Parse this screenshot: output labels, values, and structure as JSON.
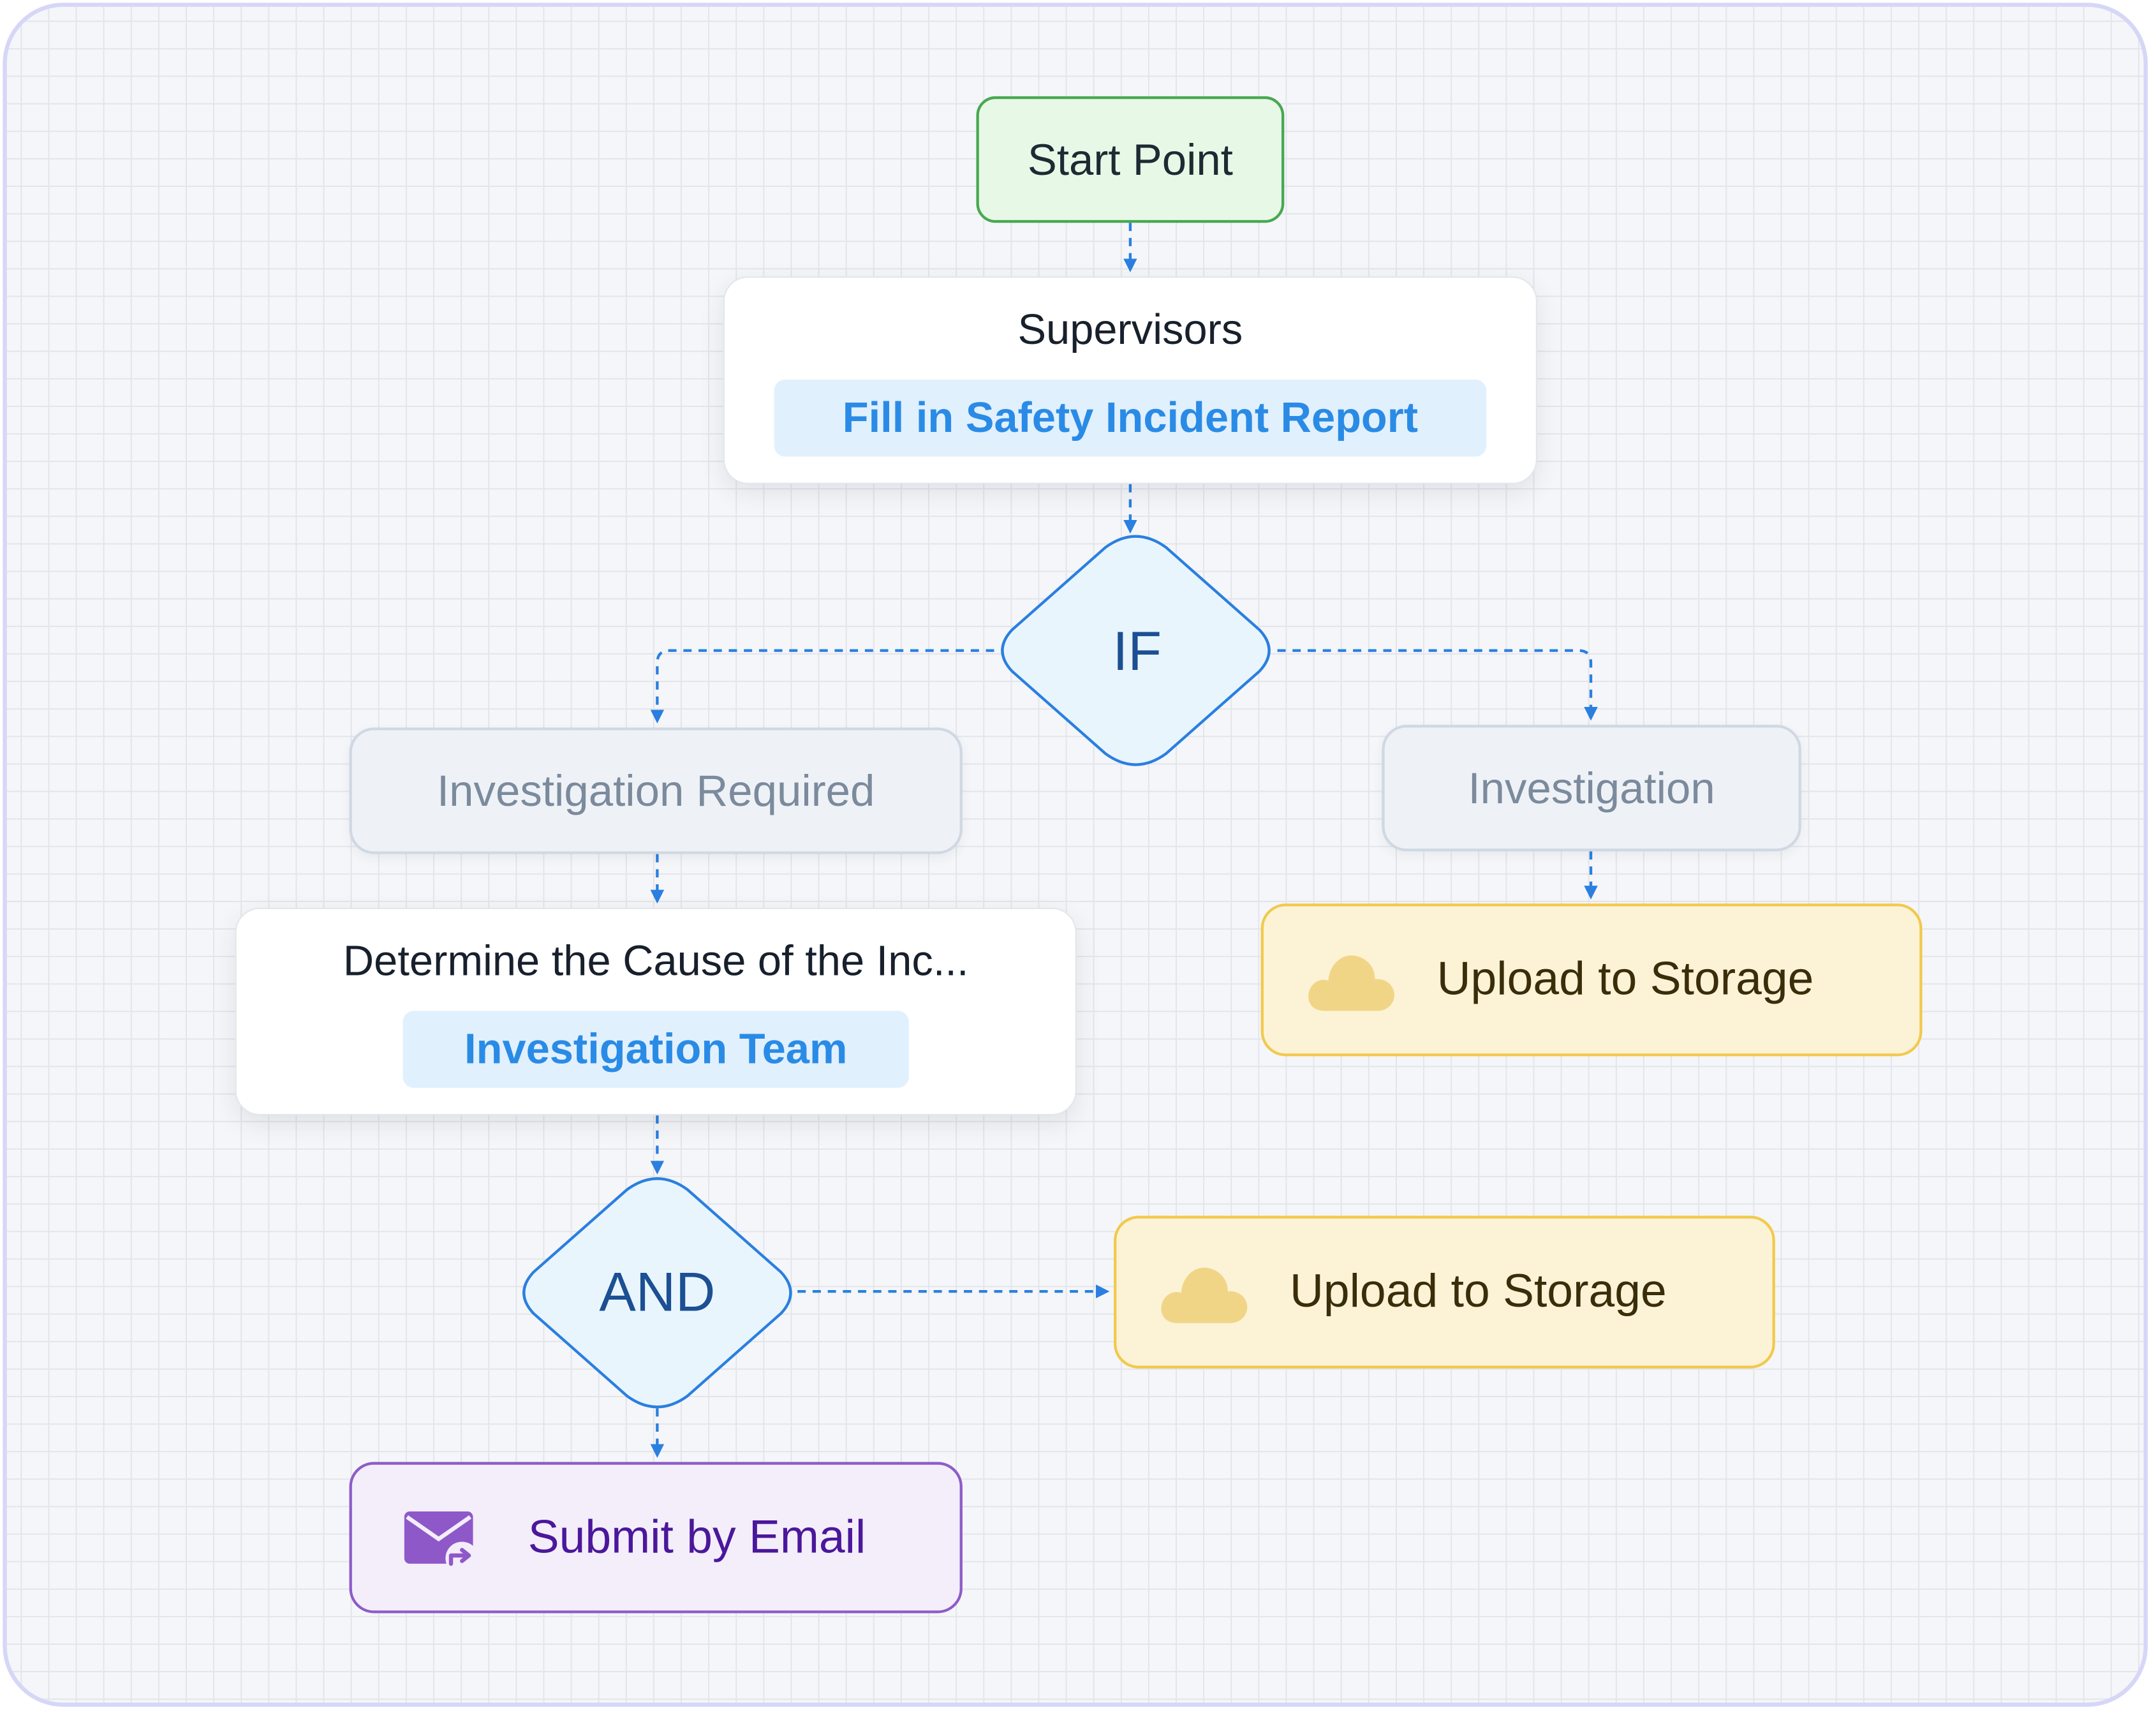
{
  "start": {
    "label": "Start Point"
  },
  "supervisors": {
    "title": "Supervisors",
    "tag": "Fill in Safety Incident Report"
  },
  "if_gate": {
    "label": "IF"
  },
  "branches": {
    "left": "Investigation Required",
    "right": "Investigation"
  },
  "determine": {
    "title": "Determine the Cause of the Inc...",
    "tag": "Investigation Team"
  },
  "and_gate": {
    "label": "AND"
  },
  "storage_top": {
    "label": "Upload to Storage",
    "icon": "cloud-icon"
  },
  "storage_bottom": {
    "label": "Upload to Storage",
    "icon": "cloud-icon"
  },
  "email": {
    "label": "Submit by Email",
    "icon": "email-send-icon"
  },
  "colors": {
    "connector": "#2a7fe0",
    "start_border": "#48a852",
    "gate_border": "#2a7fe0",
    "storage_border": "#f2c94c",
    "email_border": "#8e5cc8"
  }
}
